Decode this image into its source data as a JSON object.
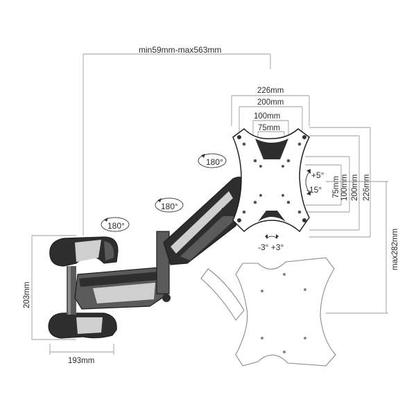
{
  "dimensions": {
    "reach": "min59mm-max563mm",
    "vesa_outer_w": "226mm",
    "vesa_w_200": "200mm",
    "vesa_w_100": "100mm",
    "vesa_w_75": "75mm",
    "vesa_h_75": "75mm",
    "vesa_h_100": "100mm",
    "vesa_h_200": "200mm",
    "vesa_h_226": "226mm",
    "base_height": "203mm",
    "base_width": "193mm",
    "max_height": "max282mm"
  },
  "rotations": {
    "top_swivel": "180°",
    "mid_swivel": "180°",
    "wall_swivel": "180°",
    "tilt_up": "+5°",
    "tilt_down": "-15°",
    "level": "-3° +3°"
  }
}
